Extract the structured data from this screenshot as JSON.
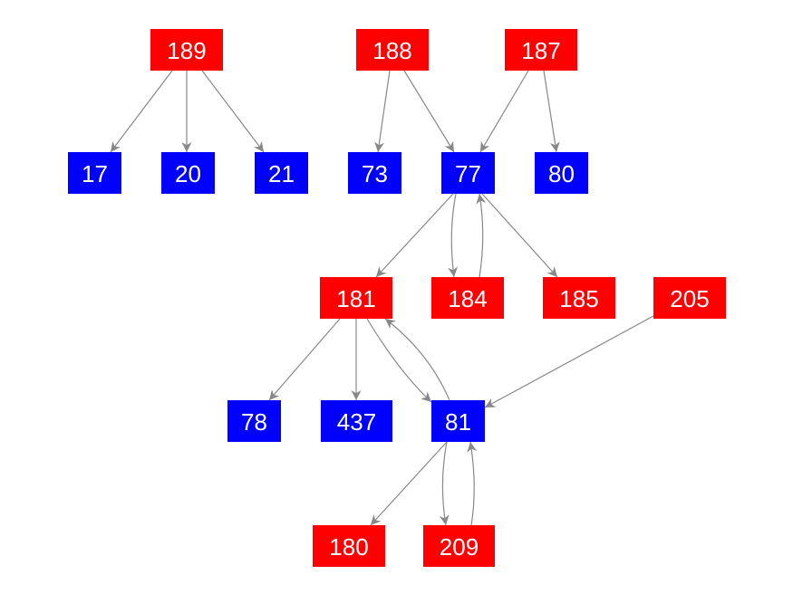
{
  "colors": {
    "red_node": "#ff0000",
    "blue_node": "#0000ff",
    "edge": "#888888",
    "label": "#ffffff"
  },
  "nodes": [
    {
      "id": "n189",
      "label": "189",
      "color": "red"
    },
    {
      "id": "n188",
      "label": "188",
      "color": "red"
    },
    {
      "id": "n187",
      "label": "187",
      "color": "red"
    },
    {
      "id": "n17",
      "label": "17",
      "color": "blue"
    },
    {
      "id": "n20",
      "label": "20",
      "color": "blue"
    },
    {
      "id": "n21",
      "label": "21",
      "color": "blue"
    },
    {
      "id": "n73",
      "label": "73",
      "color": "blue"
    },
    {
      "id": "n77",
      "label": "77",
      "color": "blue"
    },
    {
      "id": "n80",
      "label": "80",
      "color": "blue"
    },
    {
      "id": "n181",
      "label": "181",
      "color": "red"
    },
    {
      "id": "n184",
      "label": "184",
      "color": "red"
    },
    {
      "id": "n185",
      "label": "185",
      "color": "red"
    },
    {
      "id": "n205",
      "label": "205",
      "color": "red"
    },
    {
      "id": "n78",
      "label": "78",
      "color": "blue"
    },
    {
      "id": "n437",
      "label": "437",
      "color": "blue"
    },
    {
      "id": "n81",
      "label": "81",
      "color": "blue"
    },
    {
      "id": "n180",
      "label": "180",
      "color": "red"
    },
    {
      "id": "n209",
      "label": "209",
      "color": "red"
    }
  ],
  "edges": [
    {
      "from": "n189",
      "to": "n17"
    },
    {
      "from": "n189",
      "to": "n20"
    },
    {
      "from": "n189",
      "to": "n21"
    },
    {
      "from": "n188",
      "to": "n73"
    },
    {
      "from": "n188",
      "to": "n77"
    },
    {
      "from": "n187",
      "to": "n77"
    },
    {
      "from": "n187",
      "to": "n80"
    },
    {
      "from": "n77",
      "to": "n181"
    },
    {
      "from": "n77",
      "to": "n184"
    },
    {
      "from": "n184",
      "to": "n77"
    },
    {
      "from": "n77",
      "to": "n185"
    },
    {
      "from": "n181",
      "to": "n78"
    },
    {
      "from": "n181",
      "to": "n437"
    },
    {
      "from": "n181",
      "to": "n81"
    },
    {
      "from": "n81",
      "to": "n181"
    },
    {
      "from": "n205",
      "to": "n81"
    },
    {
      "from": "n81",
      "to": "n180"
    },
    {
      "from": "n81",
      "to": "n209"
    },
    {
      "from": "n209",
      "to": "n81"
    }
  ]
}
